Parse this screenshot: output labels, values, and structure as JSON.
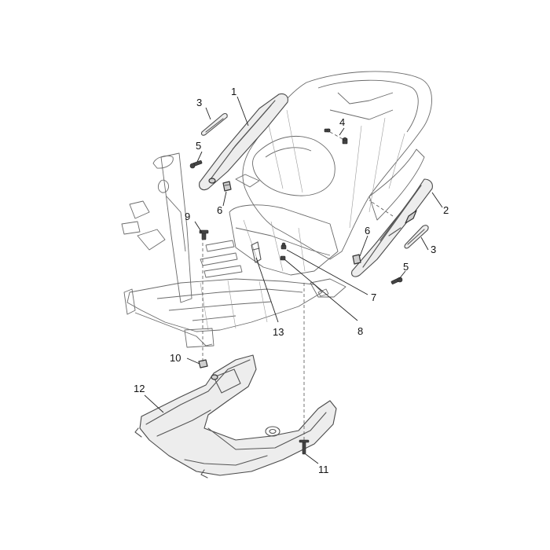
{
  "callouts": {
    "c1": "1",
    "c2": "2",
    "c3a": "3",
    "c3b": "3",
    "c4": "4",
    "c5a": "5",
    "c5b": "5",
    "c6a": "6",
    "c6b": "6",
    "c7": "7",
    "c8": "8",
    "c9": "9",
    "c10": "10",
    "c11": "11",
    "c12": "12",
    "c13": "13"
  }
}
